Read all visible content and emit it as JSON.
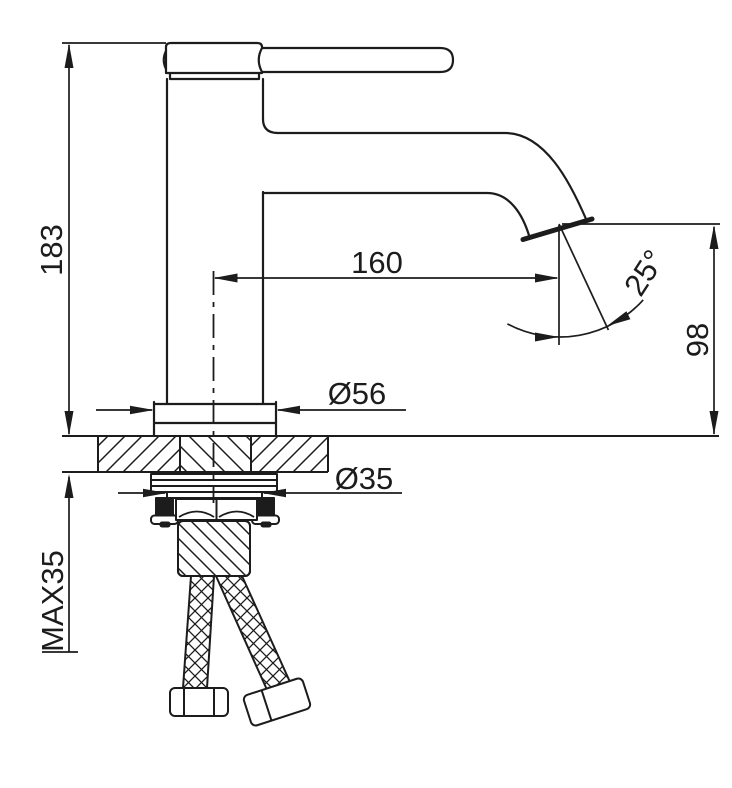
{
  "drawing": {
    "title": "basin mixer tap dimensional drawing",
    "background": "#ffffff",
    "line_color": "#1c1c1c",
    "dimensions": {
      "overall_height": {
        "label": "183"
      },
      "spout_reach": {
        "label": "160"
      },
      "spout_angle": {
        "label": "25°"
      },
      "spout_outlet_height": {
        "label": "98"
      },
      "base_diameter": {
        "label": "Ø56"
      },
      "shank_diameter": {
        "label": "Ø35"
      },
      "max_mounting_thickness": {
        "label": "MAX35"
      }
    }
  }
}
